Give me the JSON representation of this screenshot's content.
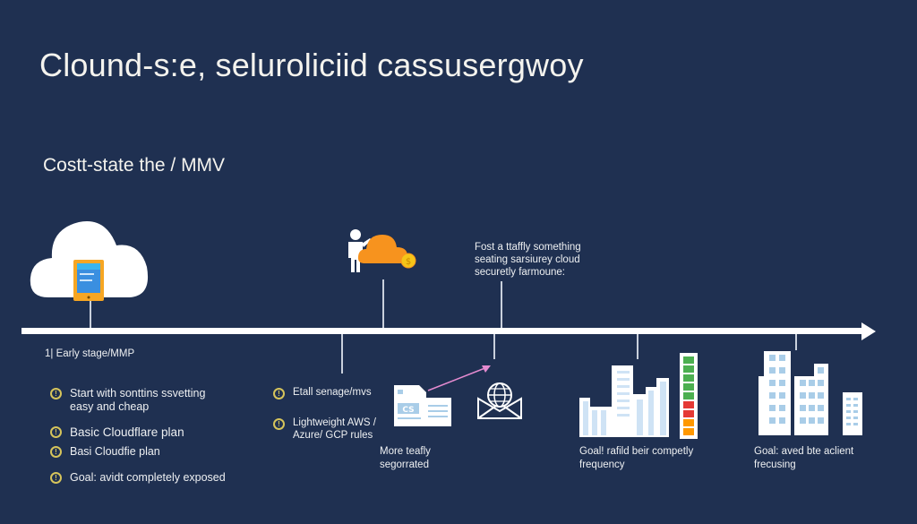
{
  "header": {
    "title": "Clound-s:e, seluroliciid cassusergwoy",
    "subtitle": "Costt-state the / MMV"
  },
  "timeline": {
    "axis_color": "#ffffff",
    "line_color": "#c9d0dc"
  },
  "stage1": {
    "label": "1| Early stage/MMP",
    "icon": "cloud-with-tablet-icon",
    "bullets": [
      {
        "icon": "info-circle-icon",
        "text": "Start with sonttins ssvetting",
        "text2": "easy and cheap"
      },
      {
        "icon": "info-circle-icon",
        "text": "Basic Cloudflare plan"
      },
      {
        "icon": "info-circle-icon",
        "text": "Basi Cloudfie plan"
      },
      {
        "icon": "info-circle-icon",
        "text": "Goal: avidt completely exposed"
      }
    ]
  },
  "stage2": {
    "icon": "person-with-orange-cloud-icon",
    "bullets": [
      {
        "icon": "info-circle-icon",
        "text": "Etall senage/mvs"
      },
      {
        "icon": "info-circle-icon",
        "text": "Lightweight AWS /",
        "text2": "Azure/ GCP rules"
      }
    ]
  },
  "stage3": {
    "note": [
      "Fost a ttaffly something",
      "seating sarsiurey cloud",
      "securetly farmoune:"
    ],
    "doc_icon": "document-icon",
    "doc_badge": "CS",
    "globe_icon": "globe-envelope-icon",
    "caption": [
      "More teafly",
      "segorrated"
    ],
    "arrow_color": "#e58bd0"
  },
  "stage4": {
    "icon": "city-skyline-with-meter-icon",
    "caption": [
      "Goal! rafild beir competly",
      "frequency"
    ],
    "meter_colors": [
      "#4caf50",
      "#4caf50",
      "#4caf50",
      "#4caf50",
      "#4caf50",
      "#e53935",
      "#e53935",
      "#ff9800",
      "#ff9800"
    ]
  },
  "stage5": {
    "icon": "office-buildings-icon",
    "caption": [
      "Goal: aved bte aclient",
      "frecusing"
    ]
  }
}
